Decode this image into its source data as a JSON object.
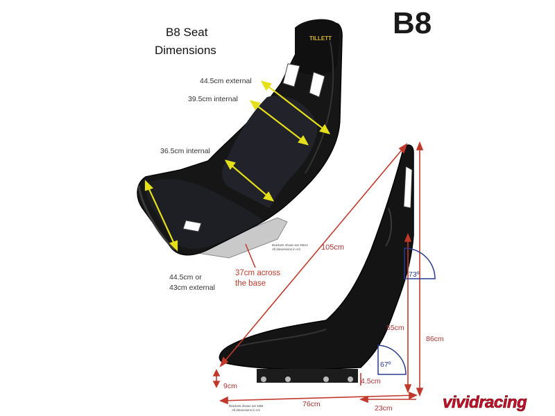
{
  "header": {
    "model": "B8",
    "title_line1": "B8 Seat",
    "title_line2": "Dimensions"
  },
  "brand": {
    "logo_text": "vividracing",
    "seat_badge_text": "TILLETT"
  },
  "front_view": {
    "dim_external_top": "44.5cm external",
    "dim_internal_shoulder": "39.5cm internal",
    "dim_internal_hip": "36.5cm internal",
    "dim_base_line1": "44.5cm or",
    "dim_base_line2": "43cm external",
    "note_base_line1": "37cm across",
    "note_base_line2": "the base",
    "bracket_note_line1": "Brackets shown are EB12",
    "bracket_note_line2": "All dimensions in cm"
  },
  "side_view": {
    "dim_diagonal": "105cm",
    "angle_top": "73º",
    "dim_back_height": "55cm",
    "dim_total_height": "86cm",
    "angle_bottom": "67º",
    "dim_offset": "4.5cm",
    "dim_base_height": "9cm",
    "dim_length": "76cm",
    "dim_depth": "23cm",
    "bracket_note_line1": "Brackets shown are EB6",
    "bracket_note_line2": "All dimensions in cm"
  },
  "colors": {
    "yellow_dim": "#e6e01a",
    "red_dim": "#c0392b",
    "angle_blue": "#2a3a8c",
    "seat_dark": "#141414",
    "suede": "#1f1f24"
  }
}
